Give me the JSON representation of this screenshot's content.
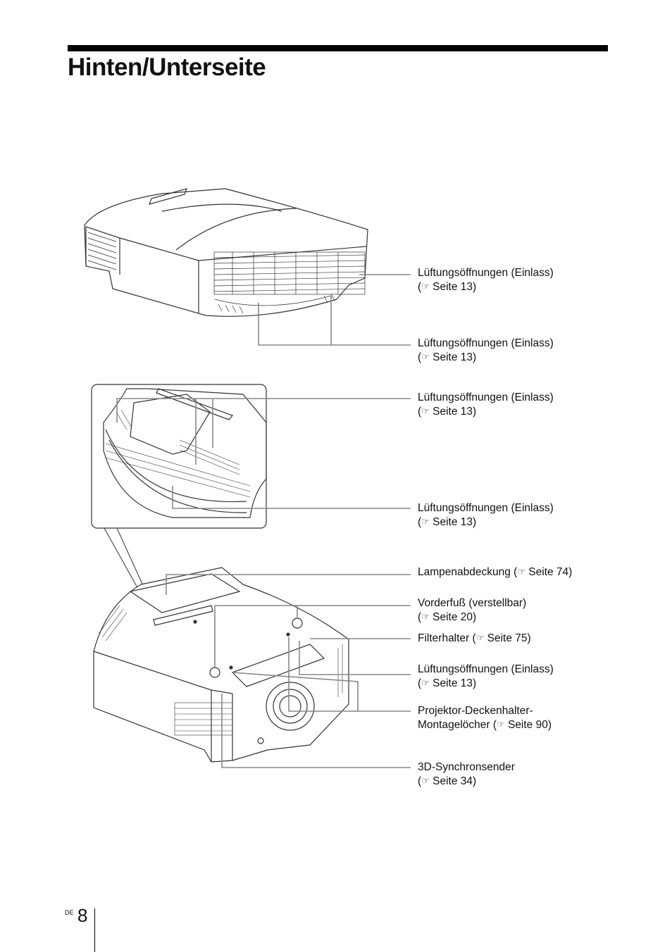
{
  "page": {
    "title": "Hinten/Unterseite",
    "lang": "DE",
    "number": "8"
  },
  "callouts": [
    {
      "line1": "Lüftungsöffnungen (Einlass)",
      "line2_prefix": "(",
      "icon": "reference-hand-icon",
      "line2_text": " Seite 13)"
    },
    {
      "line1": "Lüftungsöffnungen (Einlass)",
      "line2_prefix": "(",
      "icon": "reference-hand-icon",
      "line2_text": " Seite 13)"
    },
    {
      "line1": "Lüftungsöffnungen (Einlass)",
      "line2_prefix": "(",
      "icon": "reference-hand-icon",
      "line2_text": " Seite 13)"
    },
    {
      "line1": "Lüftungsöffnungen (Einlass)",
      "line2_prefix": "(",
      "icon": "reference-hand-icon",
      "line2_text": " Seite 13)"
    },
    {
      "line1_prefix": "Lampenabdeckung (",
      "icon": "reference-hand-icon",
      "line1_text": " Seite 74)"
    },
    {
      "line1": "Vorderfuß (verstellbar)",
      "line2_prefix": "(",
      "icon": "reference-hand-icon",
      "line2_text": " Seite 20)"
    },
    {
      "line1_prefix": "Filterhalter (",
      "icon": "reference-hand-icon",
      "line1_text": " Seite 75)"
    },
    {
      "line1": "Lüftungsöffnungen (Einlass)",
      "line2_prefix": "(",
      "icon": "reference-hand-icon",
      "line2_text": " Seite 13)"
    },
    {
      "line1": "Projektor-Deckenhalter-",
      "line2_prefix": "Montagelöcher (",
      "icon": "reference-hand-icon",
      "line2_text": " Seite 90)"
    },
    {
      "line1": "3D-Synchronsender",
      "line2_prefix": "(",
      "icon": "reference-hand-icon",
      "line2_text": " Seite 34)"
    }
  ],
  "ref_glyph": "☞"
}
